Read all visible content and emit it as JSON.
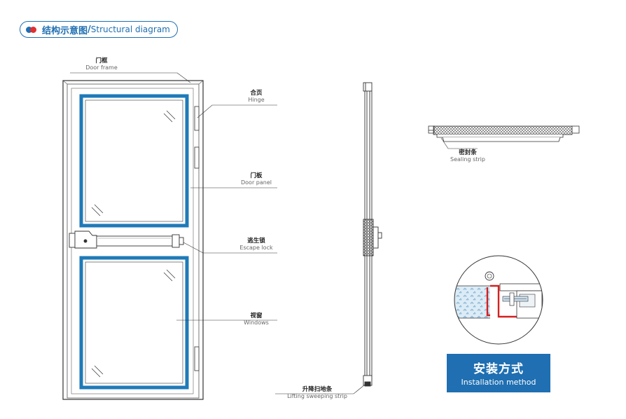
{
  "header": {
    "title_zh": "结构示意图",
    "separator": "/",
    "title_en": "Structural diagram"
  },
  "labels": {
    "door_frame": {
      "zh": "门框",
      "en": "Door frame"
    },
    "hinge": {
      "zh": "合页",
      "en": "Hinge"
    },
    "door_panel": {
      "zh": "门板",
      "en": "Door panel"
    },
    "escape_lock": {
      "zh": "逃生锁",
      "en": "Escape lock"
    },
    "windows": {
      "zh": "视窗",
      "en": "Windows"
    },
    "lifting_strip": {
      "zh": "升降扫地条",
      "en": "Lifting sweeping strip"
    },
    "sealing_strip": {
      "zh": "密封条",
      "en": "Sealing strip"
    }
  },
  "install": {
    "zh": "安装方式",
    "en": "Installation method"
  },
  "colors": {
    "accent": "#1f6fb2",
    "dot_red": "#e03030",
    "window_frame": "#1f7ab8",
    "seal_red": "#d42020"
  }
}
